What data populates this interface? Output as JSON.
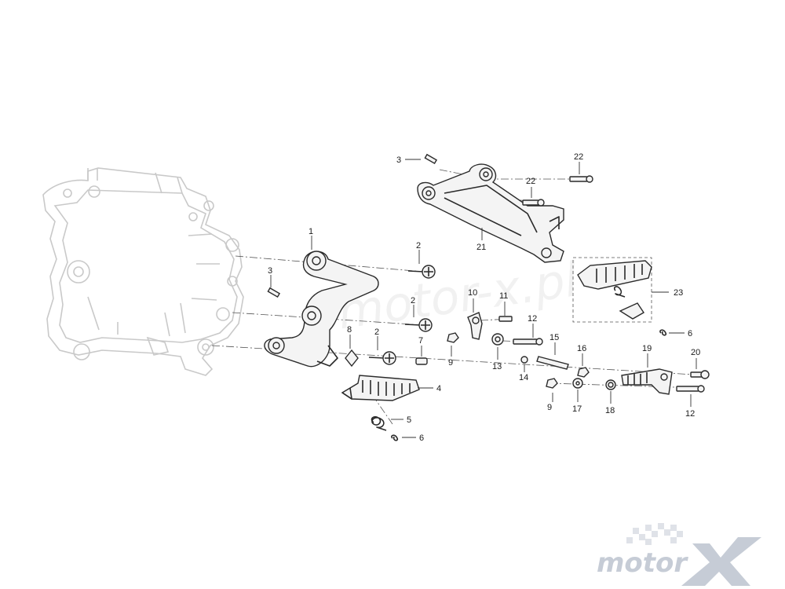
{
  "watermark": "motor-x.pl",
  "logo": {
    "text": "motor",
    "mark": "X",
    "color": "#c6ccd6"
  },
  "callouts": [
    {
      "id": "c1",
      "label": "1"
    },
    {
      "id": "c2a",
      "label": "2"
    },
    {
      "id": "c2b",
      "label": "2"
    },
    {
      "id": "c2c",
      "label": "2"
    },
    {
      "id": "c3a",
      "label": "3"
    },
    {
      "id": "c3b",
      "label": "3"
    },
    {
      "id": "c4",
      "label": "4"
    },
    {
      "id": "c5",
      "label": "5"
    },
    {
      "id": "c6a",
      "label": "6"
    },
    {
      "id": "c6b",
      "label": "6"
    },
    {
      "id": "c7",
      "label": "7"
    },
    {
      "id": "c8",
      "label": "8"
    },
    {
      "id": "c9a",
      "label": "9"
    },
    {
      "id": "c9b",
      "label": "9"
    },
    {
      "id": "c10",
      "label": "10"
    },
    {
      "id": "c11",
      "label": "11"
    },
    {
      "id": "c12a",
      "label": "12"
    },
    {
      "id": "c12b",
      "label": "12"
    },
    {
      "id": "c13",
      "label": "13"
    },
    {
      "id": "c14",
      "label": "14"
    },
    {
      "id": "c15",
      "label": "15"
    },
    {
      "id": "c16",
      "label": "16"
    },
    {
      "id": "c17",
      "label": "17"
    },
    {
      "id": "c18",
      "label": "18"
    },
    {
      "id": "c19",
      "label": "19"
    },
    {
      "id": "c20",
      "label": "20"
    },
    {
      "id": "c21",
      "label": "21"
    },
    {
      "id": "c22a",
      "label": "22"
    },
    {
      "id": "c22b",
      "label": "22"
    },
    {
      "id": "c23",
      "label": "23"
    }
  ]
}
